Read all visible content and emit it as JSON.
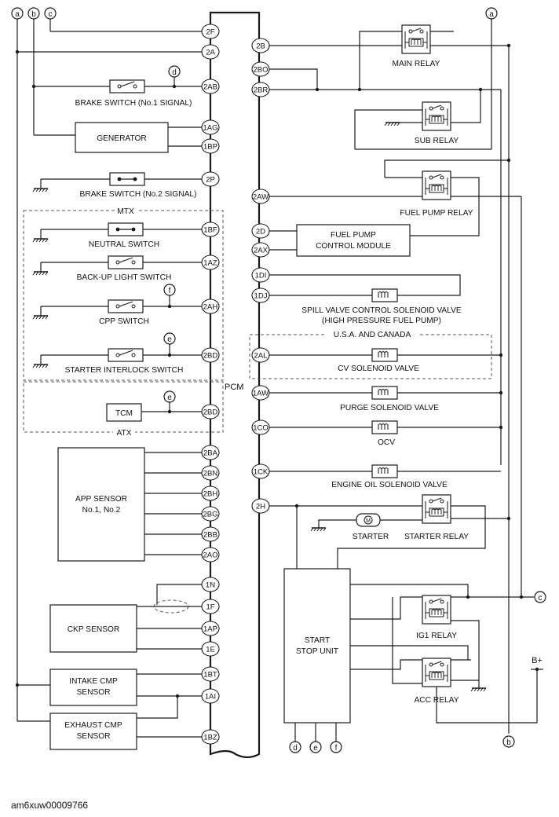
{
  "document_id": "am6xuw00009766",
  "pcm_label": "PCM",
  "connectors": {
    "a": "a",
    "b": "b",
    "c": "c",
    "d": "d",
    "e": "e",
    "f": "f"
  },
  "pins_left": [
    "2F",
    "2A",
    "2AB",
    "1AG",
    "1BP",
    "2P",
    "1BF",
    "1AZ",
    "2AH",
    "2BD",
    "2BD",
    "2BA",
    "2BN",
    "2BH",
    "2BG",
    "2BB",
    "2AO",
    "1N",
    "1F",
    "1AP",
    "1E",
    "1BT",
    "1AI",
    "1BZ"
  ],
  "pins_right": [
    "2B",
    "2BO",
    "2BR",
    "2AW",
    "2D",
    "2AX",
    "1DI",
    "1DJ",
    "2AL",
    "1AW",
    "1CO",
    "1CK",
    "2H"
  ],
  "labels": {
    "brake_switch_1": "BRAKE SWITCH (No.1 SIGNAL)",
    "generator": "GENERATOR",
    "brake_switch_2": "BRAKE SWITCH (No.2 SIGNAL)",
    "mtx": "MTX",
    "neutral_switch": "NEUTRAL SWITCH",
    "backup_light_switch": "BACK-UP LIGHT SWITCH",
    "cpp_switch": "CPP SWITCH",
    "starter_interlock_switch": "STARTER INTERLOCK SWITCH",
    "tcm": "TCM",
    "atx": "ATX",
    "app_sensor_line1": "APP SENSOR",
    "app_sensor_line2": "No.1, No.2",
    "ckp_sensor": "CKP SENSOR",
    "intake_cmp_line1": "INTAKE CMP",
    "intake_cmp_line2": "SENSOR",
    "exhaust_cmp_line1": "EXHAUST CMP",
    "exhaust_cmp_line2": "SENSOR",
    "main_relay": "MAIN RELAY",
    "sub_relay": "SUB RELAY",
    "fuel_pump_relay": "FUEL PUMP RELAY",
    "fuel_pump_module_line1": "FUEL PUMP",
    "fuel_pump_module_line2": "CONTROL MODULE",
    "spill_valve_line1": "SPILL VALVE CONTROL SOLENOID VALVE",
    "spill_valve_line2": "(HIGH PRESSURE FUEL PUMP)",
    "usa_canada": "U.S.A. AND CANADA",
    "cv_solenoid": "CV SOLENOID VALVE",
    "purge_solenoid": "PURGE SOLENOID VALVE",
    "ocv": "OCV",
    "engine_oil_solenoid": "ENGINE OIL SOLENOID VALVE",
    "starter": "STARTER",
    "starter_relay": "STARTER RELAY",
    "start_stop_line1": "START",
    "start_stop_line2": "STOP UNIT",
    "ig1_relay": "IG1 RELAY",
    "acc_relay": "ACC RELAY",
    "b_plus": "B+"
  }
}
